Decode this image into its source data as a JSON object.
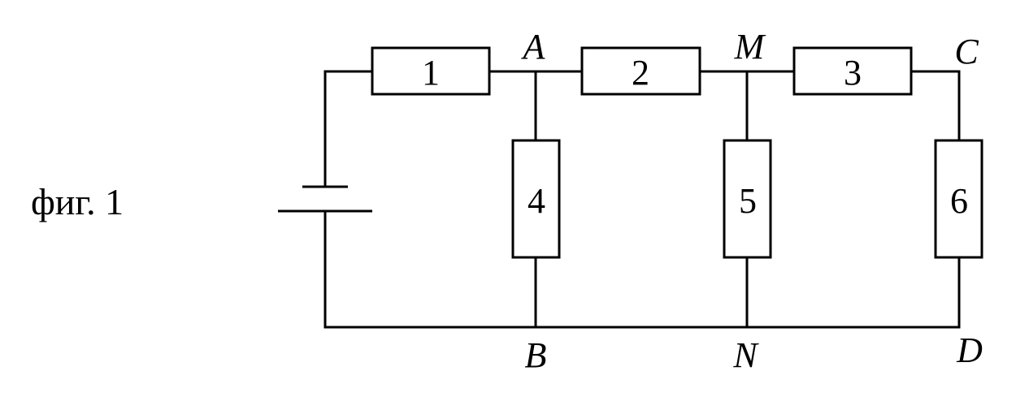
{
  "figure": {
    "caption": "фиг. 1"
  },
  "circuit": {
    "resistors": [
      {
        "id": "r1",
        "label": "1"
      },
      {
        "id": "r2",
        "label": "2"
      },
      {
        "id": "r3",
        "label": "3"
      },
      {
        "id": "r4",
        "label": "4"
      },
      {
        "id": "r5",
        "label": "5"
      },
      {
        "id": "r6",
        "label": "6"
      }
    ],
    "nodes": {
      "A": "A",
      "M": "M",
      "C": "C",
      "B": "B",
      "N": "N",
      "D": "D"
    },
    "source": "battery-icon"
  }
}
